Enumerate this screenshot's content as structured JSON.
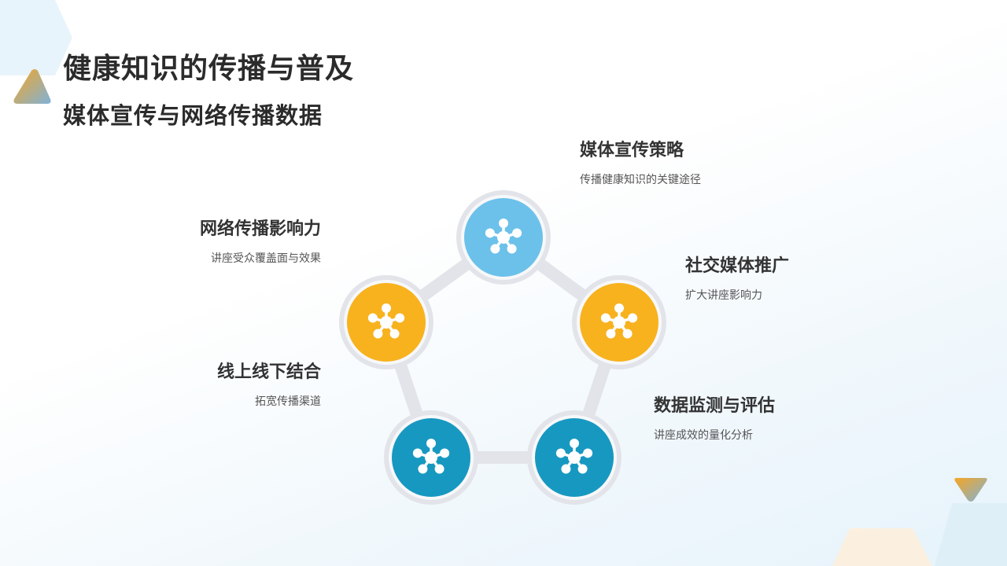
{
  "header": {
    "title": "健康知识的传播与普及",
    "subtitle": "媒体宣传与网络传播数据"
  },
  "nodes": [
    {
      "title": "媒体宣传策略",
      "desc": "传播健康知识的关键途径",
      "color": "#6cc1ea",
      "icon": "network-icon"
    },
    {
      "title": "社交媒体推广",
      "desc": "扩大讲座影响力",
      "color": "#f7b21e",
      "icon": "network-icon"
    },
    {
      "title": "数据监测与评估",
      "desc": "讲座成效的量化分析",
      "color": "#1798c1",
      "icon": "network-icon"
    },
    {
      "title": "线上线下结合",
      "desc": "拓宽传播渠道",
      "color": "#1798c1",
      "icon": "network-icon"
    },
    {
      "title": "网络传播影响力",
      "desc": "讲座受众覆盖面与效果",
      "color": "#f7b21e",
      "icon": "network-icon"
    }
  ],
  "colors": {
    "ring": "#e2e4ea",
    "connector": "#e2e4ea",
    "orange_accent": "#f5a623",
    "blue_accent": "#7fb2d9"
  }
}
